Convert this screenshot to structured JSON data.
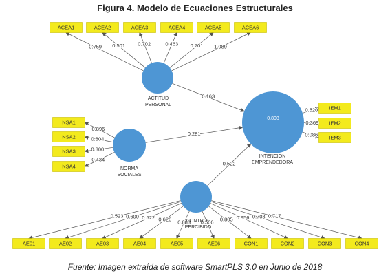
{
  "title": "Figura 4. Modelo de Ecuaciones Estructurales",
  "caption": "Fuente: Imagen extraída de software SmartPLS 3.0 en  Junio de 2018",
  "constructs": [
    {
      "id": "actitud",
      "label_lines": [
        "ACTITUD",
        "PERSONAL"
      ],
      "value": ""
    },
    {
      "id": "norma",
      "label_lines": [
        "NORMA",
        "SOCIALES"
      ],
      "value": ""
    },
    {
      "id": "control",
      "label_lines": [
        "CONTROL",
        "PERCIBIDO"
      ],
      "value": ""
    },
    {
      "id": "intencion",
      "label_lines": [
        "INTENCION",
        "EMPRENDEDORA"
      ],
      "value": "0.803"
    }
  ],
  "indicators": {
    "actitud": [
      {
        "label": "ACEA1",
        "loading": "0.759"
      },
      {
        "label": "ACEA2",
        "loading": "0.501"
      },
      {
        "label": "ACEA3",
        "loading": "0.702"
      },
      {
        "label": "ACEA4",
        "loading": "0.463"
      },
      {
        "label": "ACEA5",
        "loading": "0.701"
      },
      {
        "label": "ACEA6",
        "loading": "1.089"
      }
    ],
    "norma": [
      {
        "label": "NSA1",
        "loading": "0.896"
      },
      {
        "label": "NSA2",
        "loading": "0.804"
      },
      {
        "label": "NSA3",
        "loading": "0.300"
      },
      {
        "label": "NSA4",
        "loading": "0.434"
      }
    ],
    "intencion": [
      {
        "label": "IEM1",
        "loading": "0.520"
      },
      {
        "label": "IEM2",
        "loading": "0.369"
      },
      {
        "label": "IEM3",
        "loading": "0.086"
      }
    ],
    "control": [
      {
        "label": "AE01",
        "loading": "0.523"
      },
      {
        "label": "AE02",
        "loading": "0.600"
      },
      {
        "label": "AE03",
        "loading": "0.522"
      },
      {
        "label": "AE04",
        "loading": "0.626"
      },
      {
        "label": "AE05",
        "loading": "0.883"
      },
      {
        "label": "AE06",
        "loading": "0.506"
      },
      {
        "label": "CON1",
        "loading": "0.805"
      },
      {
        "label": "CON2",
        "loading": "0.956"
      },
      {
        "label": "CON3",
        "loading": "0.703"
      },
      {
        "label": "CON4",
        "loading": "0.717"
      }
    ]
  },
  "paths": [
    {
      "from": "actitud",
      "to": "intencion",
      "coefficient": "0.163"
    },
    {
      "from": "norma",
      "to": "intencion",
      "coefficient": "0.281"
    },
    {
      "from": "control",
      "to": "intencion",
      "coefficient": "0.522"
    }
  ],
  "colors": {
    "construct": "#4e96d4",
    "indicator": "#f3ea1d"
  }
}
